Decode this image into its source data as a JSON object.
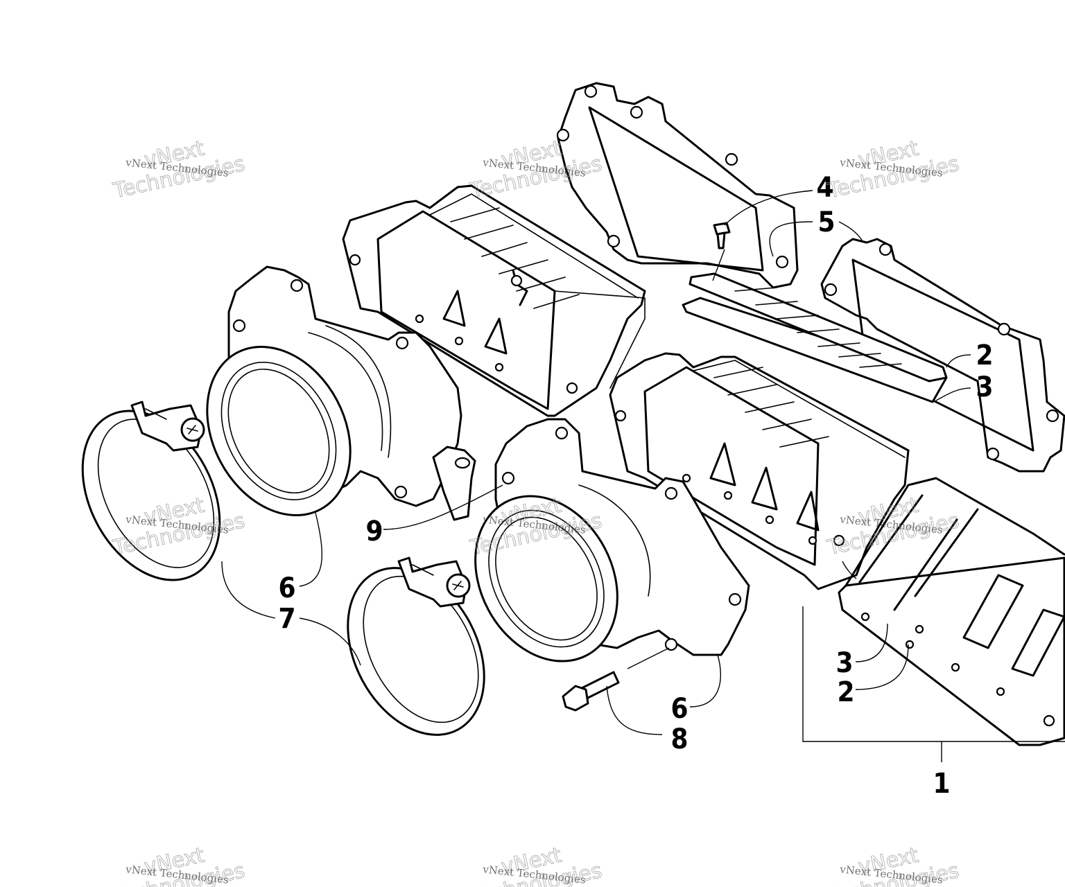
{
  "diagram": {
    "callouts": [
      {
        "id": "c1",
        "label": "1"
      },
      {
        "id": "c2a",
        "label": "2"
      },
      {
        "id": "c3a",
        "label": "3"
      },
      {
        "id": "c4",
        "label": "4"
      },
      {
        "id": "c5",
        "label": "5"
      },
      {
        "id": "c6a",
        "label": "6"
      },
      {
        "id": "c7",
        "label": "7"
      },
      {
        "id": "c9",
        "label": "9"
      },
      {
        "id": "c6b",
        "label": "6"
      },
      {
        "id": "c8",
        "label": "8"
      },
      {
        "id": "c3b",
        "label": "3"
      },
      {
        "id": "c2b",
        "label": "2"
      }
    ]
  },
  "watermark": {
    "line_small": "vNext Technologies",
    "line_big_1": "vNext",
    "line_big_2": "Technologies"
  }
}
